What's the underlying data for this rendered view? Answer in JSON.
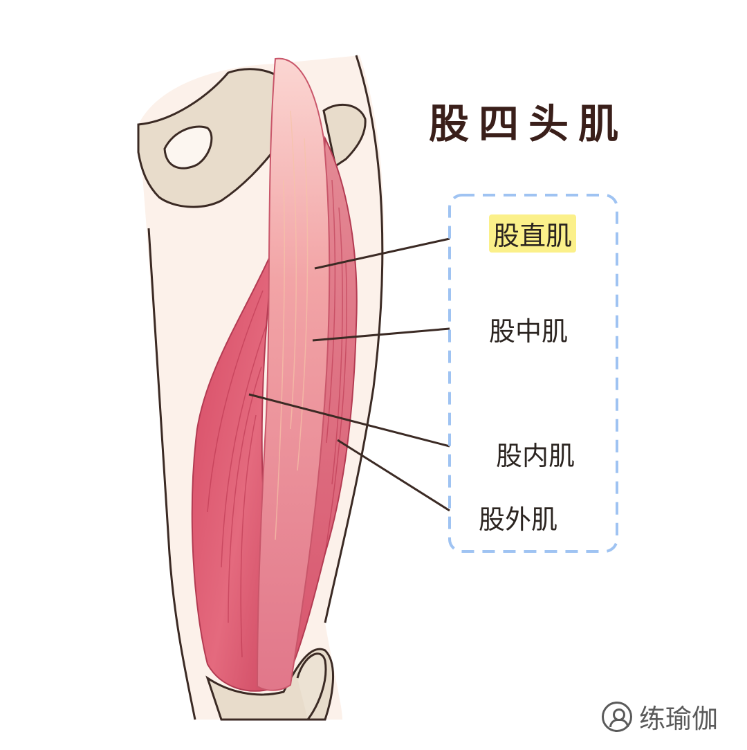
{
  "diagram": {
    "title": "股四头肌",
    "labels": {
      "rectus_femoris": "股直肌",
      "vastus_intermedius": "股中肌",
      "vastus_medialis": "股内肌",
      "vastus_lateralis": "股外肌"
    }
  },
  "brand": {
    "name": "练瑜伽",
    "icon": "person-circle-icon"
  },
  "colors": {
    "skin": "#fbeee6",
    "bone": "#e8dccb",
    "muscle": "#d9566e",
    "muscle_light": "#f0a3a8",
    "outline": "#3b2a24",
    "box_border": "#9fc3f2",
    "highlight": "#fbf08a"
  }
}
